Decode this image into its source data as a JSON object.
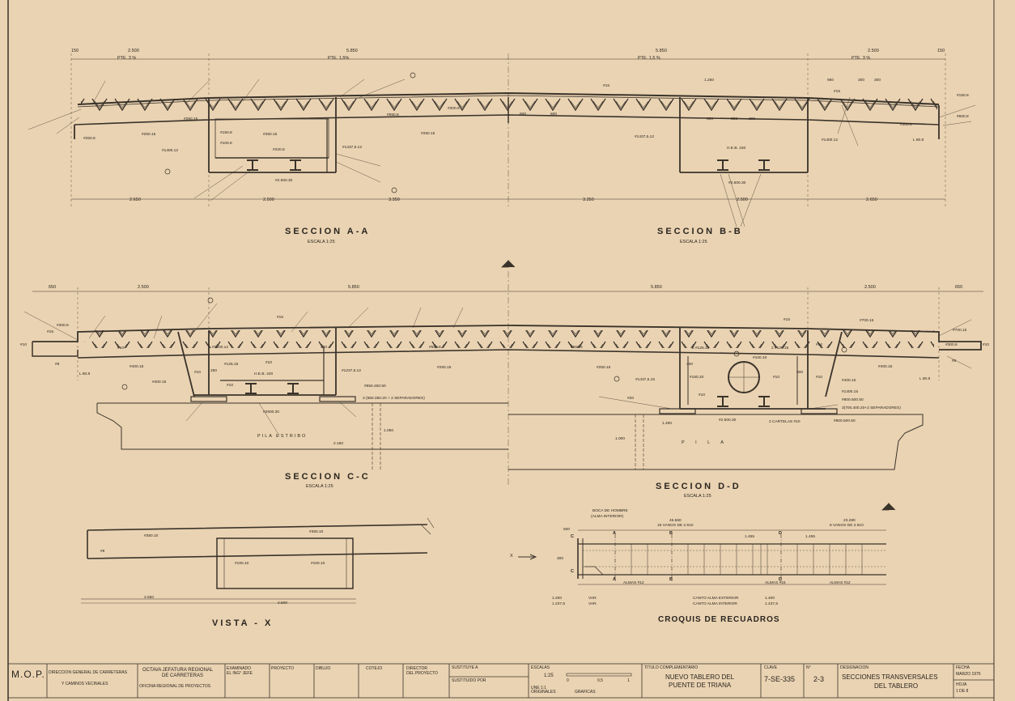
{
  "sections": {
    "aa": {
      "title": "SECCION  A-A",
      "scale": "ESCALA 1:25"
    },
    "bb": {
      "title": "SECCION  B-B",
      "scale": "ESCALA 1:25"
    },
    "cc": {
      "title": "SECCION  C-C",
      "scale": "ESCALA 1:25"
    },
    "dd": {
      "title": "SECCION  D-D",
      "scale": "ESCALA 1:25"
    },
    "vista": {
      "title": "VISTA - X"
    },
    "croquis": {
      "title": "CROQUIS  DE  RECUADROS"
    }
  },
  "top_dims": {
    "d1": "2.500",
    "d2": "5.850",
    "d3": "5.850",
    "d4": "2.500",
    "d5": "150",
    "d6": "150",
    "slope1": "PTE. 3 %",
    "slope2": "PTE. 1,5%",
    "slope3": "PTE. 1,5 %",
    "slope4": "PTE. 3 %"
  },
  "bottom_dims_ab": {
    "b1": "2.650",
    "b2": "2.500",
    "b3": "3.350",
    "b4": "3.350",
    "b5": "2.500",
    "b6": "2.650"
  },
  "labels_ab": {
    "l1": "#250.15",
    "l2": "#1400.12",
    "l3": "#250.8",
    "l4": "#150.8",
    "l5": "#100.8",
    "l6": "#220.8",
    "l7": "#2.500.30",
    "l8": "#1437,5.12",
    "l9": "#550.8",
    "l10": "#250.15",
    "l11": "#300.6",
    "l12": "600",
    "l13": "600",
    "l14": "#15",
    "l15": "#1437,5.12",
    "l16": "1.250",
    "l17": "600",
    "l18": "300",
    "l19": "300",
    "l20": "H.E.B. 220",
    "l21": "#2.500.30",
    "l22": "950",
    "l23": "300",
    "l24": "300",
    "l25": "#15",
    "l26": "#1400.12",
    "l27": "#300.8",
    "l28": "#150.8",
    "l29": "#600.8",
    "l30": "L 80.8",
    "l31": "#250.15",
    "l32": "#250.15"
  },
  "top_dims_cd": {
    "d0": "650",
    "d1": "2.500",
    "d2": "5.850",
    "d3": "5.850",
    "d4": "2.500",
    "d5": "650"
  },
  "labels_cd": {
    "c1": "#300.8",
    "c2": "#15",
    "c3": "#10",
    "c4": "#8",
    "c5": "L 80.8",
    "c6": "#10",
    "c7": "#400.15",
    "c8": "#400.15",
    "c9": "#1200.12",
    "c10": "#125.15",
    "c11": "#15",
    "c12": "#10",
    "c13": "250",
    "c14": "#10",
    "c15": "H.E.B. 220",
    "c16": "#10",
    "c17": "#1237,5.12",
    "c18": "400",
    "c19": "#550.8",
    "c20": "#250.15",
    "c21": "#650.450.50",
    "c22": "3 (550.350.20 + 2 SEPARADORES)",
    "c23": "#2500.30",
    "c24": "PILA  ESTRIBO",
    "c25": "2.180",
    "c26": "1.050",
    "c27": "#550.8",
    "c28": "#250.15",
    "c29": "#1437,5.15",
    "c30": "2 #125.15",
    "c31": "2 #125.15",
    "c32": "#100.10",
    "c33": "400",
    "c34": "#150.20",
    "c35": "#10",
    "c36": "#10",
    "c37": "#10",
    "c38": "300",
    "c39": "#400.15",
    "c40": "#1400.15",
    "c41": "#800.500.50",
    "c42": "3(700.400.20+2 SEPARADORES)",
    "c43": "#800.500.50",
    "c44": "2 CARTELAS #10",
    "c45": "#2.500.30",
    "c46": "P  I  L  A",
    "c47": "#15",
    "c48": "#700.15",
    "c49": "#700.15",
    "c50": "#300.8",
    "c51": "#10",
    "c52": "#400.15",
    "c53": "L 80.8",
    "c54": "#8",
    "c55": "1.490",
    "c56": "1.000",
    "c57": "#52",
    "c58": "#20"
  },
  "vista_labels": {
    "v1": "#350.10",
    "v2": "#350.10",
    "v3": "#8",
    "v4": "#100.10",
    "v5": "#100.10",
    "v6": "2.650",
    "v7": "2.500"
  },
  "croquis_labels": {
    "k1": "BOCA DE HOMBRE",
    "k2": "(ALMA INTERIOR)",
    "k3": "46.560",
    "k4": "16 VANOS DE 2.910",
    "k5": "23.280",
    "k6": "8 VANOS DE 2.910",
    "k7": "500",
    "k8": "300",
    "k9": "C",
    "k10": "C",
    "k11": "A",
    "k12": "A",
    "k13": "B",
    "k14": "B",
    "k15": "D",
    "k16": "D",
    "k17": "1.455",
    "k18": "1.455",
    "k19": "X",
    "k20": "ALMAS #12",
    "k21": "ALMAS #15",
    "k22": "ALMAS #12",
    "k23": "1.200",
    "k24": "1.237,5",
    "k25": "VAR.",
    "k26": "VAR.",
    "k27": "CANTO ALMA EXTERIOR",
    "k28": "CANTO ALMA INTERIOR",
    "k29": "1.400",
    "k30": "1.437,5"
  },
  "titleblock": {
    "mop": "M.O.P.",
    "dir1": "DIRECCION GENERAL DE CARRETERAS",
    "dir2": "Y CAMINOS VECINALES",
    "jef1": "OCTAVA JEFATURA REGIONAL",
    "jef2": "DE CARRETERAS",
    "jef3": "OFICINA REGIONAL DE PROYECTOS",
    "exam": "EXAMINADO",
    "exam2": "EL ING° JEFE",
    "proy": "PROYECTO",
    "dib": "DIBUJO",
    "cot": "COTEJO",
    "dirp": "DIRECTOR",
    "dirp2": "DEL PROYECTO",
    "sust": "SUSTITUYE A",
    "sustp": "SUSTITUIDO POR",
    "esc": "ESCALAS",
    "esc1": "1:25",
    "esc2": "UNE 1:1",
    "esc3": "ORIGINALES",
    "esc4": "GRAFICAS",
    "tit": "TITULO COMPLEMENTARIO",
    "tit1": "NUEVO TABLERO DEL",
    "tit2": "PUENTE DE TRIANA",
    "clave": "CLAVE",
    "clave_v": "7-SE-335",
    "num": "N°",
    "num_v": "2-3",
    "des": "DESIGNACION",
    "des1": "SECCIONES TRANSVERSALES",
    "des2": "DEL TABLERO",
    "fecha": "FECHA",
    "fecha_v": "MARZO 1975",
    "hoja": "HOJA",
    "hoja_v": "1 DE 8",
    "sb0": "0",
    "sb1": "0,5",
    "sb2": "1"
  }
}
